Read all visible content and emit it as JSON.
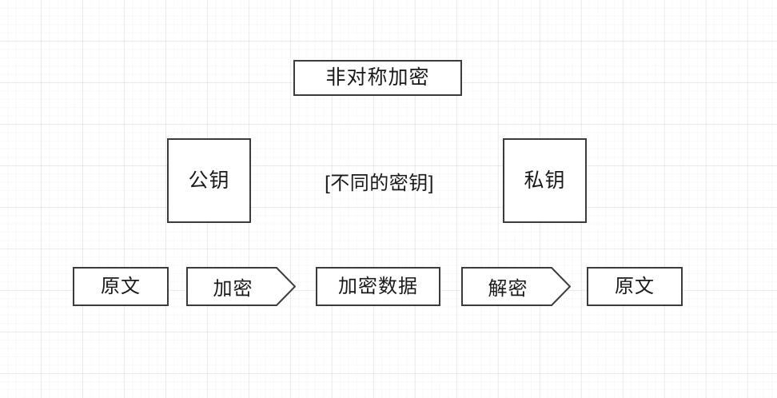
{
  "diagram": {
    "title_box": {
      "label": "非对称加密"
    },
    "keys": [
      {
        "name": "public-key",
        "label": "公钥"
      },
      {
        "name": "private-key",
        "label": "私钥"
      }
    ],
    "note": {
      "label": "[不同的密钥]"
    },
    "flow": [
      {
        "name": "plaintext-input",
        "label": "原文",
        "shape": "rectangle"
      },
      {
        "name": "encrypt-step",
        "label": "加密",
        "shape": "arrow"
      },
      {
        "name": "encrypted-data",
        "label": "加密数据",
        "shape": "rectangle"
      },
      {
        "name": "decrypt-step",
        "label": "解密",
        "shape": "arrow"
      },
      {
        "name": "plaintext-output",
        "label": "原文",
        "shape": "rectangle"
      }
    ],
    "colors": {
      "border": "#3b3b3b",
      "text": "#1a1a1a",
      "background": "#ffffff",
      "grid_major": "#e8e8e8",
      "grid_minor": "#f4f4f4"
    }
  }
}
